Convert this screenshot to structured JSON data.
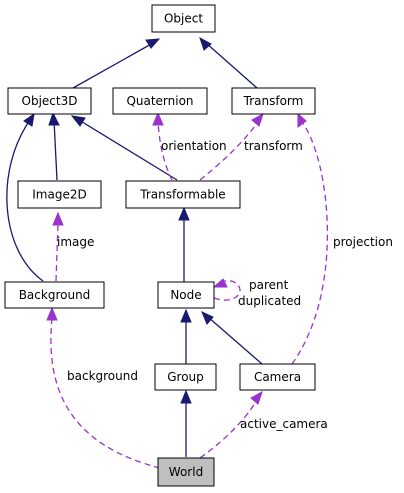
{
  "nodes": {
    "object": "Object",
    "object3d": "Object3D",
    "quaternion": "Quaternion",
    "transform": "Transform",
    "image2d": "Image2D",
    "transformable": "Transformable",
    "background": "Background",
    "node": "Node",
    "group": "Group",
    "camera": "Camera",
    "world": "World"
  },
  "edge_labels": {
    "orientation": "orientation",
    "transform": "transform",
    "projection": "projection",
    "image": "image",
    "parent": "parent",
    "duplicated": "duplicated",
    "background": "background",
    "active_camera": "active_camera"
  },
  "colors": {
    "inheritance": "#191970",
    "usage": "#9a32cd",
    "focus_fill": "#bfbfbf"
  }
}
